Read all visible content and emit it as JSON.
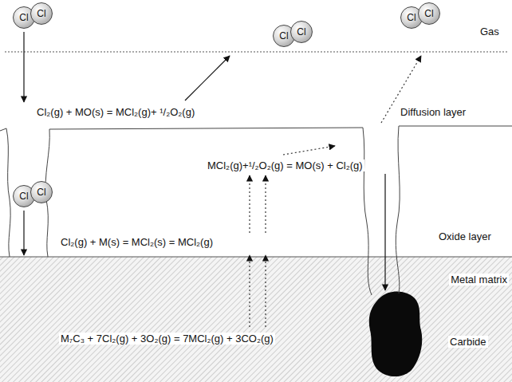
{
  "diagram": {
    "nodes": [
      {
        "text": [
          "Cl"
        ]
      },
      {
        "text": [
          "Cl"
        ]
      },
      {
        "text": [
          "Cl"
        ]
      },
      {
        "text": [
          "Cl"
        ]
      },
      {
        "text": [
          "Cl"
        ]
      },
      {
        "text": [
          "Cl"
        ]
      },
      {
        "text": [
          "Cl"
        ]
      },
      {
        "text": [
          "Cl"
        ]
      }
    ],
    "labels": [
      "Gas",
      "Cl₂(g) + MO(s) = MCl₂(g)+ ¹/₂O₂(g)",
      "Diffusion layer",
      "MCl₂(g)+¹/₂O₂(g) = MO(s) + Cl₂(g)",
      "Oxide layer",
      "Cl₂(g) + M(s) = MCl₂(s) = MCl₂(g)",
      "Metal matrix",
      "M₇C₃ + 7Cl₂(g) + 3O₂(g) = 7MCl₂(g) + 3CO₂(g)",
      "Carbide"
    ]
  }
}
